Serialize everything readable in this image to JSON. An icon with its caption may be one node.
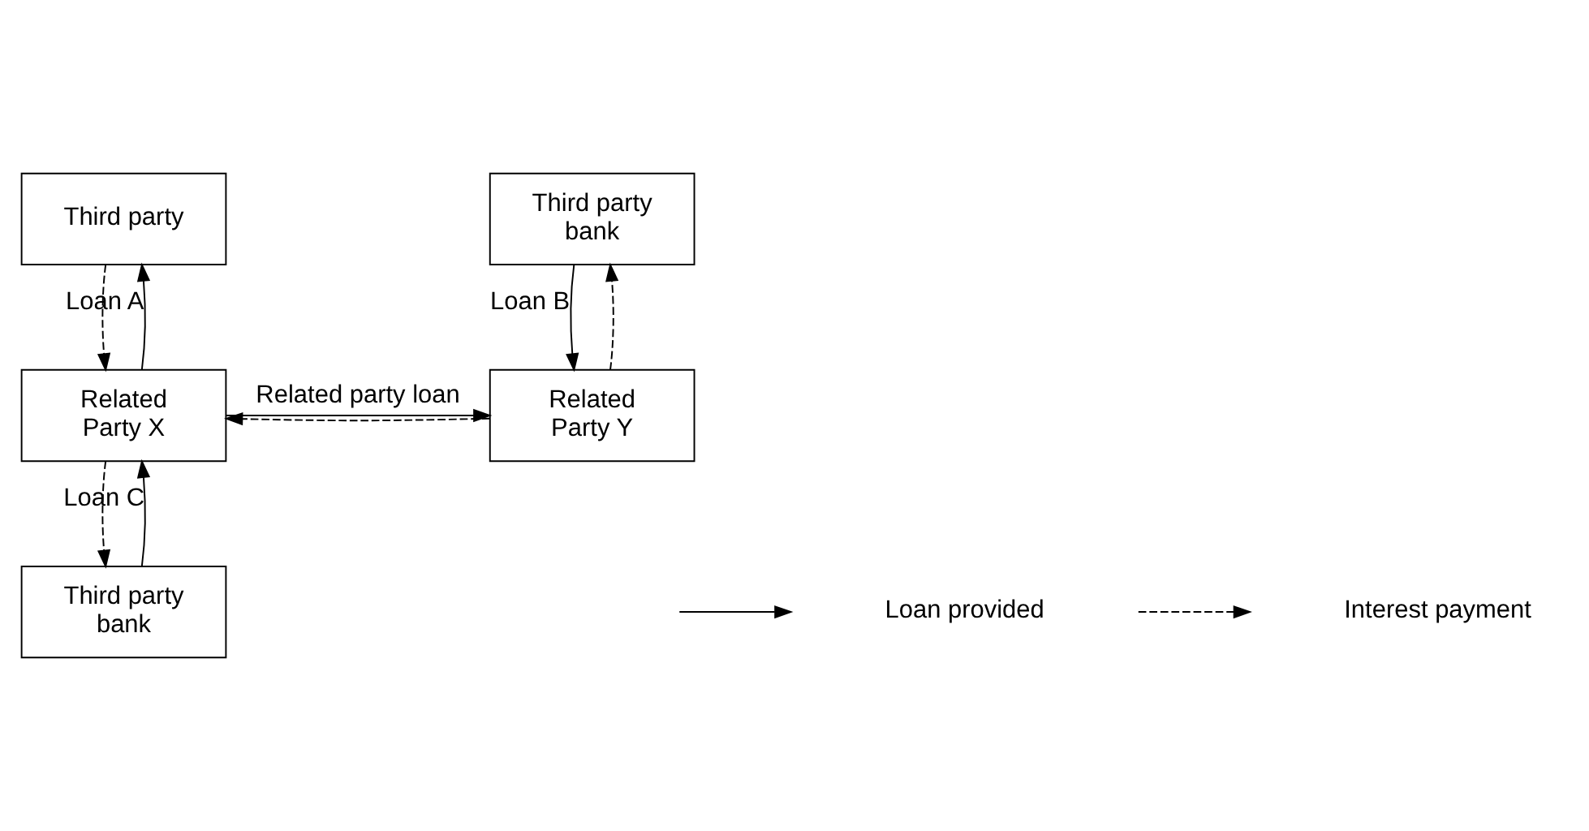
{
  "diagram": {
    "nodes": [
      {
        "text": [
          "Third party"
        ]
      },
      {
        "text": [
          "Third party bank"
        ]
      },
      {
        "text": [
          "Related Party X"
        ]
      },
      {
        "text": [
          "Related Party Y"
        ]
      },
      {
        "text": [
          "Third party bank"
        ]
      }
    ],
    "edges": [
      {
        "from": 2,
        "to": 0,
        "arrow": "to",
        "label": "Loan A"
      },
      {
        "from": 0,
        "to": 2,
        "arrow": "to",
        "style": "dashed"
      },
      {
        "from": 1,
        "to": 3,
        "arrow": "to",
        "label": "Loan B"
      },
      {
        "from": 3,
        "to": 1,
        "arrow": "to",
        "style": "dashed"
      },
      {
        "from": 2,
        "to": 3,
        "arrow": "to",
        "label": "Related party loan"
      },
      {
        "from": 3,
        "to": 2,
        "arrow": "to",
        "style": "dashed"
      },
      {
        "from": 4,
        "to": 2,
        "arrow": "to",
        "label": "Loan C"
      },
      {
        "from": 2,
        "to": 4,
        "arrow": "to",
        "style": "dashed"
      }
    ],
    "legend": [
      {
        "text": "Loan provided"
      },
      {
        "text": "Interest payment"
      }
    ]
  }
}
